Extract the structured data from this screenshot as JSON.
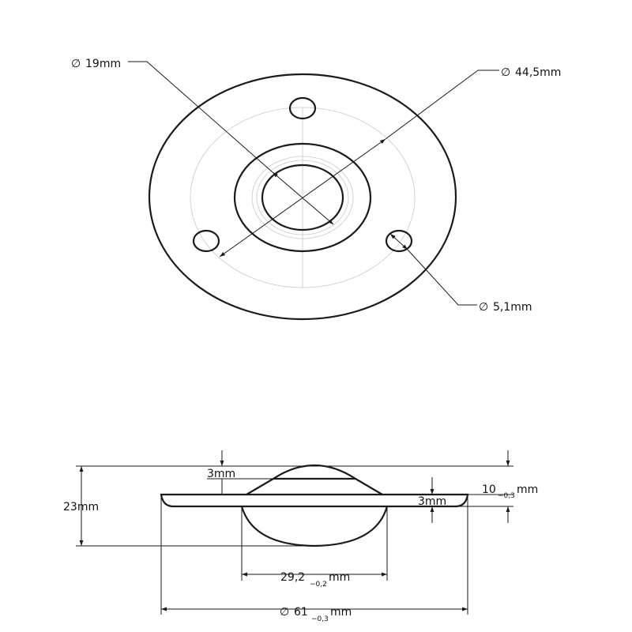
{
  "top_view": {
    "ball_diameter": {
      "prefix": "∅",
      "value": "19mm"
    },
    "hole_circle_diameter": {
      "prefix": "∅",
      "value": "44,5mm"
    },
    "hole_diameter": {
      "prefix": "∅",
      "value": "5,1mm"
    }
  },
  "side_view": {
    "total_height": "23mm",
    "cap_height": "3mm",
    "flange_thickness": "3mm",
    "height_to_flange": {
      "value": "10",
      "tolerance": "−0,3",
      "unit": "mm"
    },
    "housing_diameter": {
      "value": "29,2",
      "tolerance": "−0,2",
      "unit": "mm"
    },
    "flange_diameter": {
      "prefix": "∅",
      "value": "61",
      "tolerance": "−0,3",
      "unit": "mm"
    }
  },
  "colors": {
    "line": "#1a1a1a",
    "construction": "#c8c8c8",
    "background": "#ffffff"
  }
}
